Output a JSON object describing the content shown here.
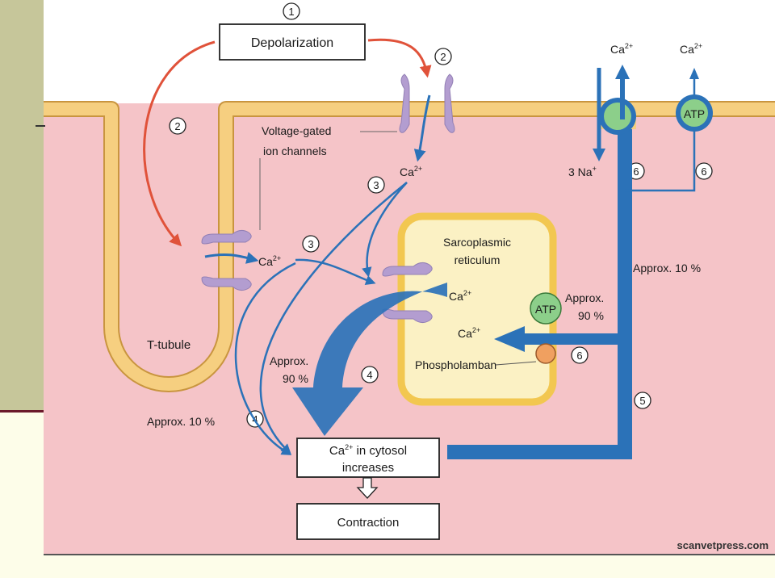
{
  "labels": {
    "depolarization": "Depolarization",
    "voltage_gated_1": "Voltage-gated",
    "voltage_gated_2": "ion channels",
    "t_tubule": "T-tubule",
    "sr_1": "Sarcoplasmic",
    "sr_2": "reticulum",
    "phospholamban": "Phospholamban",
    "three_na": "3 Na",
    "atp": "ATP",
    "approx_10_right": "Approx. 10 %",
    "approx_90_right_1": "Approx.",
    "approx_90_right_2": "90 %",
    "approx_90_left_1": "Approx.",
    "approx_90_left_2": "90 %",
    "approx_10_left": "Approx. 10 %",
    "cytosol_1": "in cytosol",
    "cytosol_2": "increases",
    "contraction": "Contraction",
    "credit": "scanvetpress.com",
    "ca": "Ca",
    "ca_charge": "2+",
    "na_charge": "+"
  },
  "steps": {
    "s1": "1",
    "s2_top": "2",
    "s2_left": "2",
    "s3_upper": "3",
    "s3_lower": "3",
    "s4_mid": "4",
    "s4_low": "4",
    "s5": "5",
    "s6_na": "6",
    "s6_atp": "6",
    "s6_ph": "6"
  },
  "colors": {
    "cytosol": "#f5c4c8",
    "membrane": "#f6cf80",
    "sr_fill": "#fbf1c4",
    "channel": "#b39dd0",
    "flow": "#2b72b8",
    "depol_arrow": "#e0523a",
    "pump_green": "#8ccf8a",
    "phospholamban": "#f0a060"
  }
}
